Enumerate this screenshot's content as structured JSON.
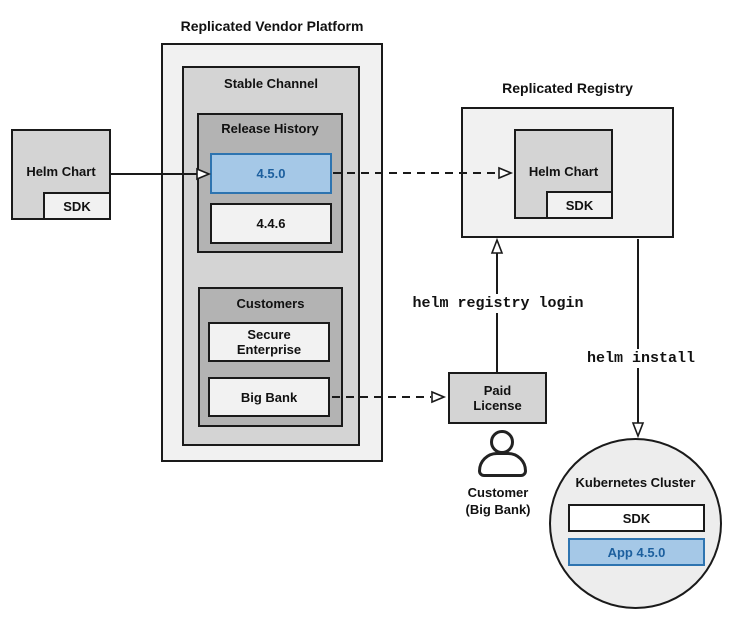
{
  "platform": {
    "title": "Replicated Vendor Platform",
    "stable_channel_label": "Stable Channel",
    "release_history_label": "Release History",
    "release_selected": "4.5.0",
    "release_previous": "4.4.6",
    "customers_label": "Customers",
    "customer_secure": "Secure\nEnterprise",
    "customer_bigbank": "Big Bank"
  },
  "source": {
    "helm_chart_label": "Helm Chart",
    "sdk_label": "SDK"
  },
  "registry": {
    "title": "Replicated Registry",
    "helm_chart_label": "Helm Chart",
    "sdk_label": "SDK"
  },
  "license": {
    "label": "Paid\nLicense"
  },
  "customer": {
    "label": "Customer\n(Big Bank)"
  },
  "commands": {
    "registry_login": "helm registry login",
    "install": "helm install"
  },
  "cluster": {
    "title": "Kubernetes Cluster",
    "sdk_label": "SDK",
    "app_label": "App 4.5.0"
  },
  "colors": {
    "highlight_fill": "#a5c8e7",
    "highlight_border": "#2e74b0",
    "highlight_text": "#1c5f9e",
    "box_light": "#f1f1f1",
    "box_mid": "#d4d4d4",
    "box_dark": "#b3b3b3",
    "line": "#1a1a1a"
  }
}
